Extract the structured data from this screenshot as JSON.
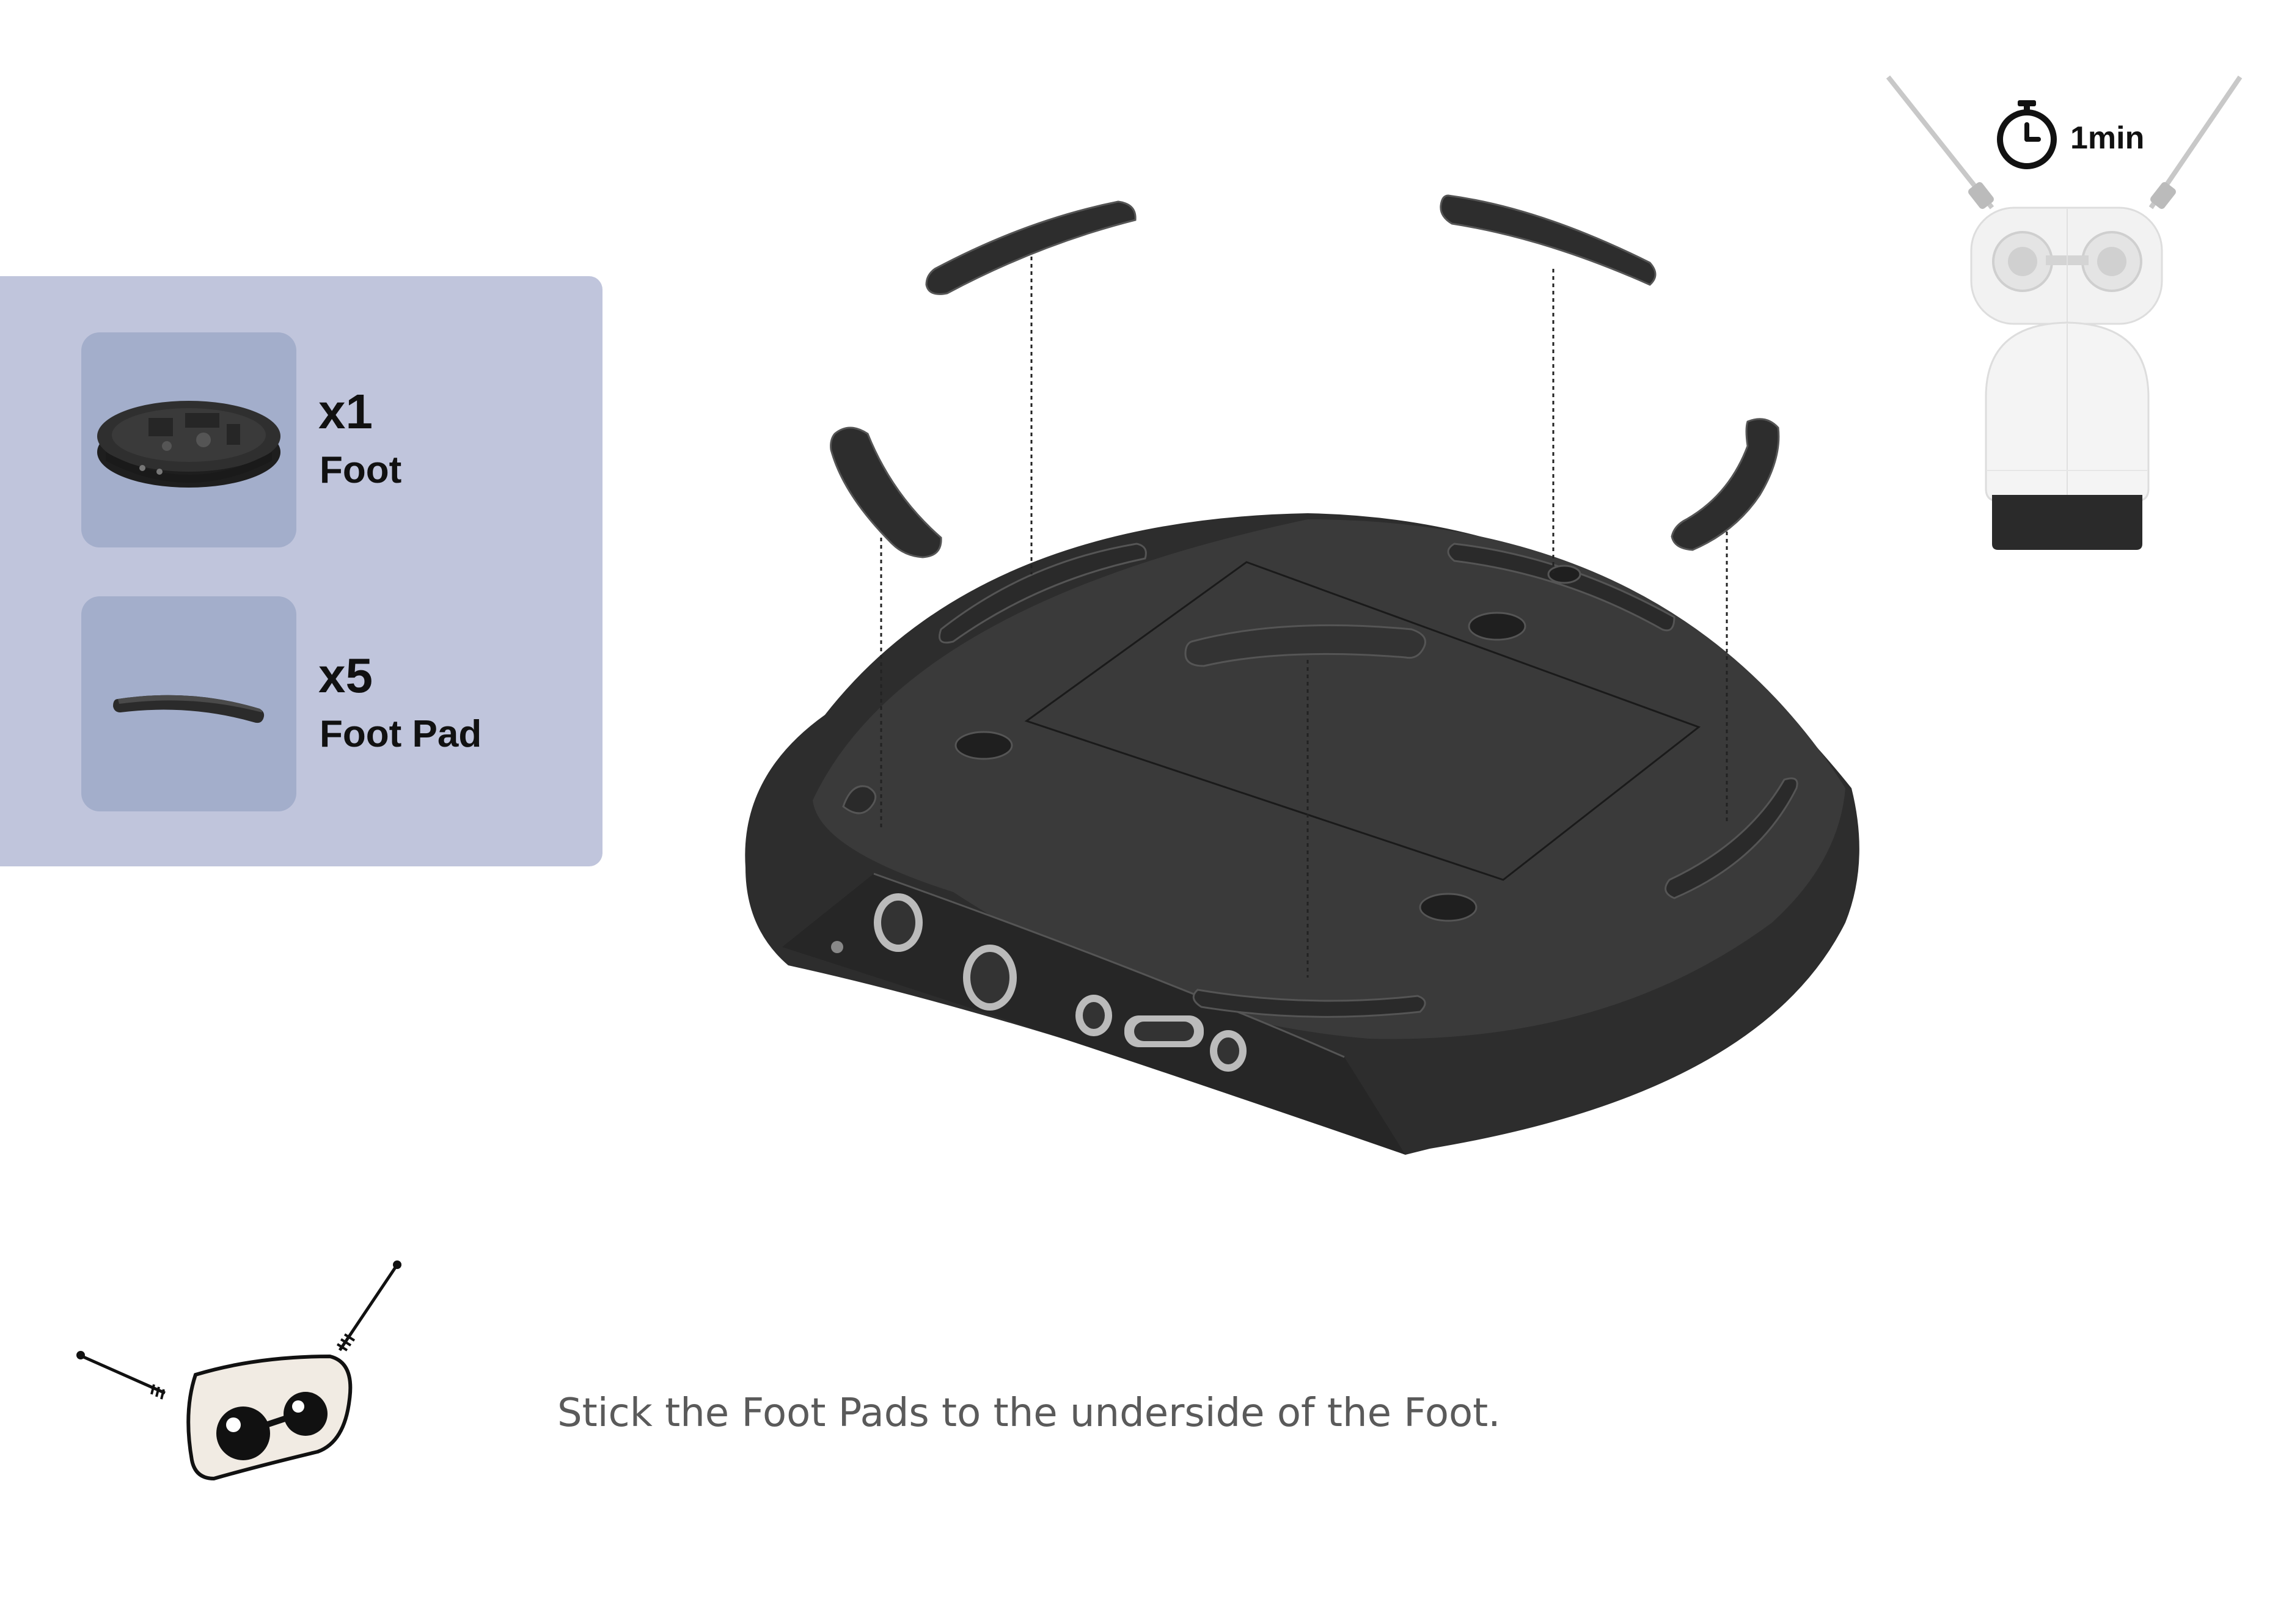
{
  "parts": [
    {
      "qty": "x1",
      "name": "Foot",
      "thumb_icon": "foot-icon"
    },
    {
      "qty": "x5",
      "name": "Foot Pad",
      "thumb_icon": "foot-pad-icon"
    }
  ],
  "timer": {
    "label": "1min",
    "icon": "stopwatch-icon"
  },
  "instruction": "Stick the Foot Pads to the underside of the Foot.",
  "colors": {
    "panel_background": "#c0c5dc",
    "thumb_background": "#a3aecb",
    "part_dark": "#2b2b2b",
    "robot_white": "#f2f2f2"
  }
}
